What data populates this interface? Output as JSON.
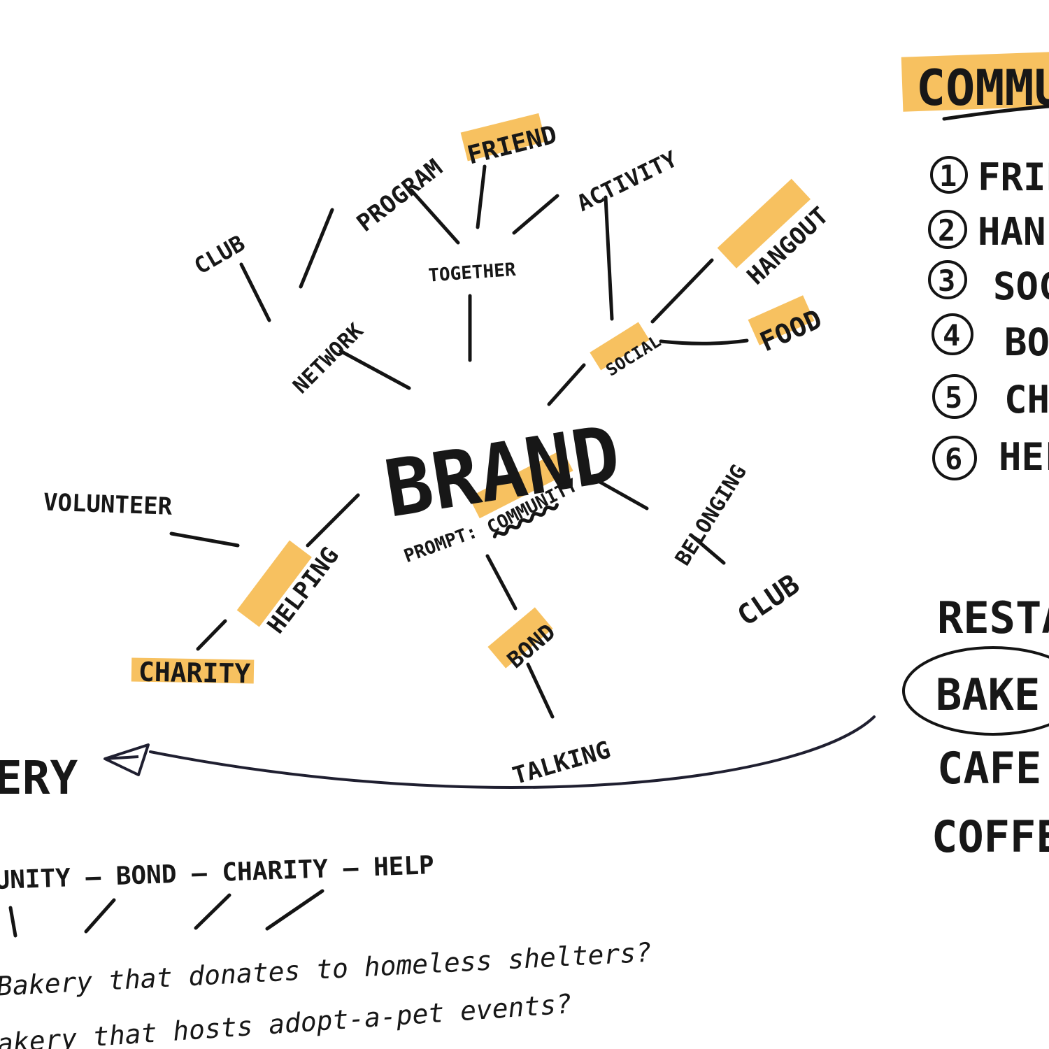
{
  "mindmap": {
    "center": "BRAND",
    "prompt_label": "PROMPT:",
    "prompt_word": "COMMUNITY",
    "nodes": {
      "network": "NETWORK",
      "club_top": "CLUB",
      "program": "PROGRAM",
      "together": "TOGETHER",
      "friend": "FRIEND",
      "activity": "ACTIVITY",
      "social": "SOCIAL",
      "hangout": "HANGOUT",
      "food": "FOOD",
      "volunteer": "VOLUNTEER",
      "helping": "HELPING",
      "charity": "CHARITY",
      "bond": "BOND",
      "talking": "TALKING",
      "belonging": "BELONGING",
      "club_right": "CLUB"
    }
  },
  "ranked_list": {
    "title": "COMMU",
    "items": [
      {
        "num": "1",
        "label": "FRIE"
      },
      {
        "num": "2",
        "label": "HAN"
      },
      {
        "num": "3",
        "label": "SOC"
      },
      {
        "num": "4",
        "label": "BON"
      },
      {
        "num": "5",
        "label": "CHA"
      },
      {
        "num": "6",
        "label": "HEL"
      }
    ]
  },
  "business_types": [
    "RESTAU",
    "BAKE",
    "CAFE",
    "COFFEE"
  ],
  "bottom": {
    "title_fragment": "ERY",
    "keywords": "UNITY — BOND — CHARITY — HELP",
    "idea_1": "Bakery that donates to homeless shelters?",
    "idea_2": "akery that hosts adopt-a-pet events?"
  },
  "colors": {
    "highlight": "#f6b84a",
    "ink": "#141414",
    "arrow": "#1f1f30"
  }
}
